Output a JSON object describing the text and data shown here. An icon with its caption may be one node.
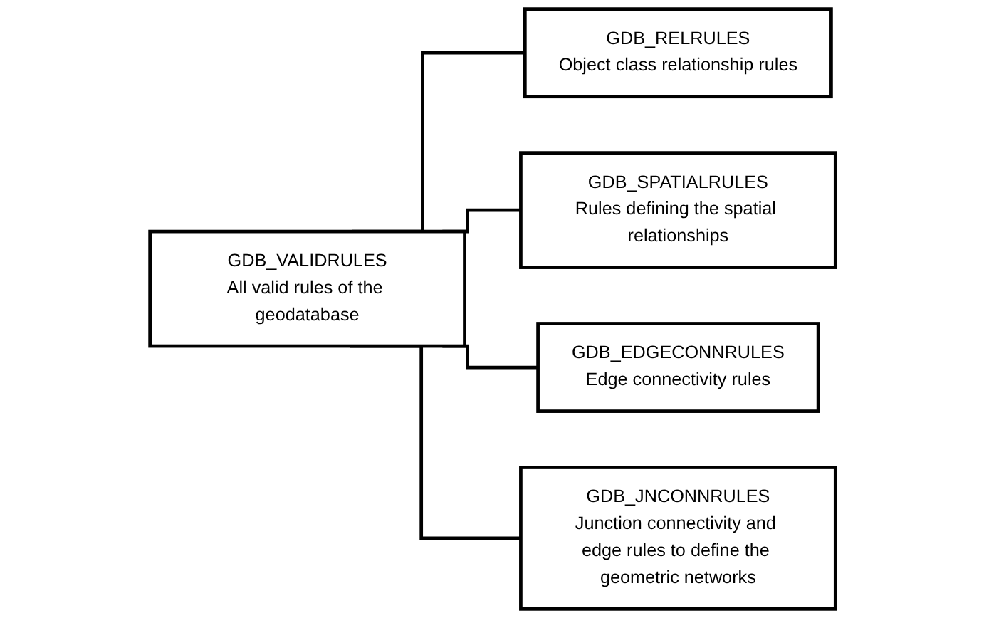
{
  "diagram": {
    "nodes": [
      {
        "text": [
          "GDB_VALIDRULES",
          "All valid rules of the geodatabase"
        ]
      },
      {
        "text": [
          "GDB_RELRULES",
          "Object class relationship rules"
        ]
      },
      {
        "text": [
          "GDB_SPATIALRULES",
          "Rules defining the spatial relationships"
        ]
      },
      {
        "text": [
          "GDB_EDGECONNRULES",
          "Edge connectivity rules"
        ]
      },
      {
        "text": [
          "GDB_JNCONNRULES",
          "Junction connectivity and edge rules to define the geometric networks"
        ]
      }
    ],
    "edges": [
      {
        "from": 0,
        "to": 1,
        "arrow": "none"
      },
      {
        "from": 0,
        "to": 2,
        "arrow": "none"
      },
      {
        "from": 0,
        "to": 3,
        "arrow": "none"
      },
      {
        "from": 0,
        "to": 4,
        "arrow": "none"
      }
    ]
  }
}
